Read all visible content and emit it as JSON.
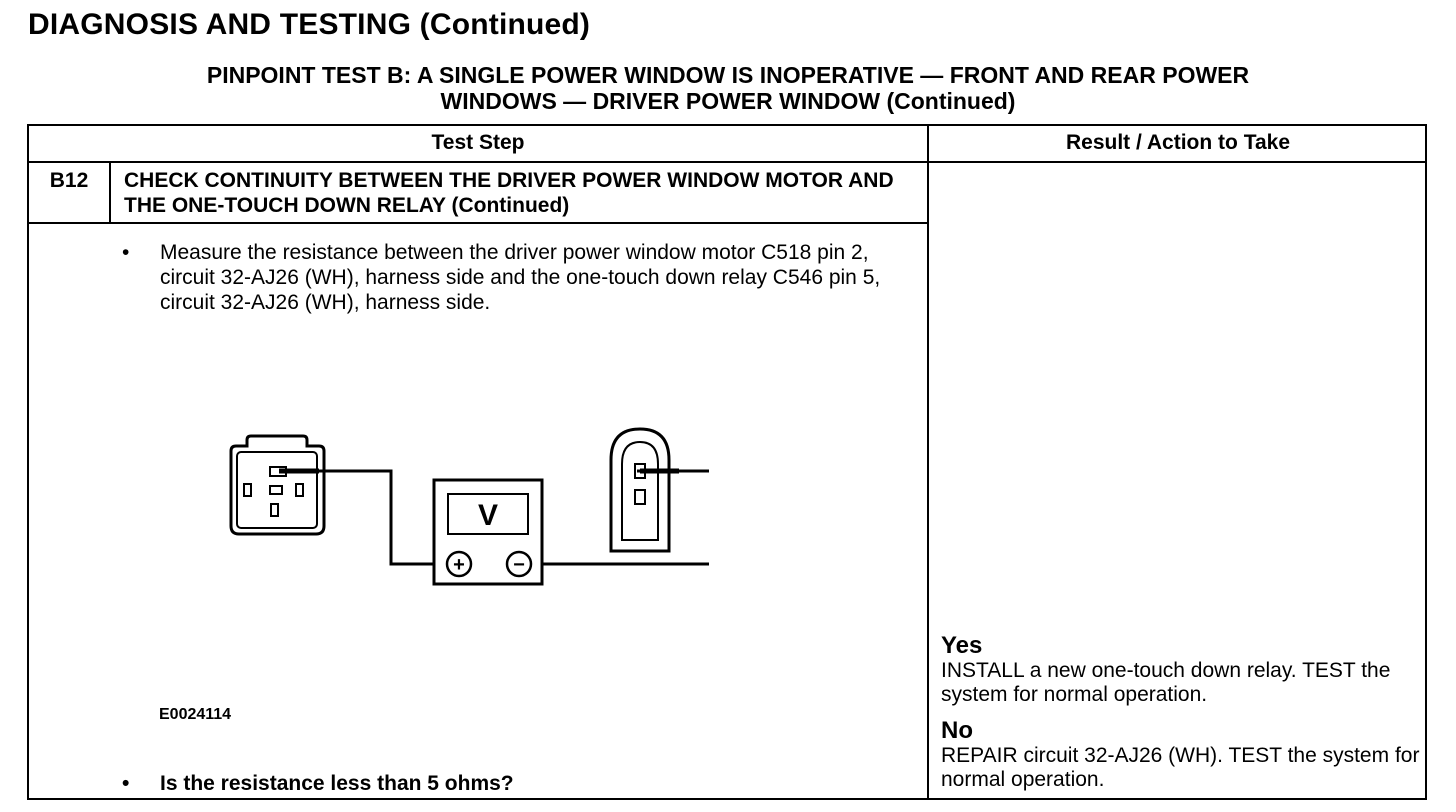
{
  "header": {
    "title": "DIAGNOSIS AND TESTING (Continued)"
  },
  "test": {
    "title_line1": "PINPOINT TEST B: A SINGLE POWER WINDOW IS INOPERATIVE — FRONT AND REAR POWER",
    "title_line2": "WINDOWS — DRIVER POWER WINDOW (Continued)"
  },
  "table": {
    "col_step": "Test Step",
    "col_result": "Result / Action to Take",
    "step_id": "B12",
    "step_title": "CHECK CONTINUITY BETWEEN THE DRIVER POWER WINDOW MOTOR AND THE ONE-TOUCH DOWN RELAY (Continued)",
    "bullet_1": "Measure the resistance between the driver power window motor C518 pin 2, circuit 32-AJ26 (WH), harness side and the one-touch down relay C546 pin 5, circuit 32-AJ26 (WH), harness side.",
    "bullet_2": "Is the resistance less than 5 ohms?",
    "bullet_symbol": "•"
  },
  "figure": {
    "id": "E0024114",
    "meter_label": "V",
    "plus_symbol": "+",
    "minus_symbol": "−",
    "icons": [
      "connector-c518-icon",
      "voltmeter-icon",
      "connector-c546-icon"
    ]
  },
  "results": {
    "yes_label": "Yes",
    "yes_text": "INSTALL a new one-touch down relay. TEST the system for normal operation.",
    "no_label": "No",
    "no_text": "REPAIR circuit 32-AJ26 (WH). TEST the system for normal operation."
  }
}
